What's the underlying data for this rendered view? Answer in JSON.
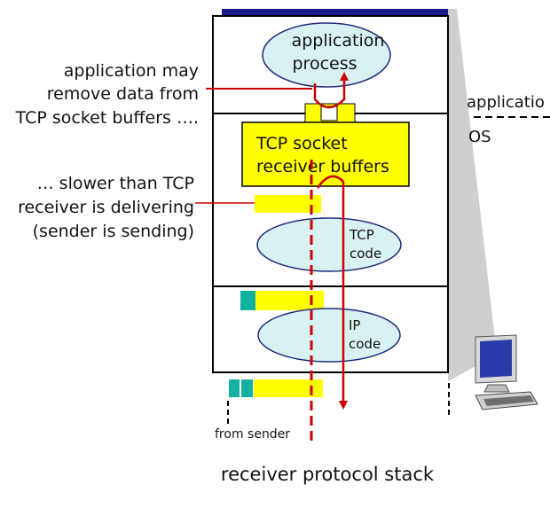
{
  "diagram": {
    "app_process_label_line1": "application",
    "app_process_label_line2": "process",
    "socket_buffers_label_line1": "TCP socket",
    "socket_buffers_label_line2": "receiver buffers",
    "tcp_code_label_line1": "TCP",
    "tcp_code_label_line2": "code",
    "ip_code_label_line1": "IP",
    "ip_code_label_line2": "code",
    "annotation_remove_line1": "application may",
    "annotation_remove_line2": "remove data from",
    "annotation_remove_line3": "TCP socket buffers ….",
    "annotation_slower_line1": "… slower than TCP",
    "annotation_slower_line2": "receiver is delivering",
    "annotation_slower_line3": "(sender is sending)",
    "layer_application_label": "applicatio",
    "layer_os_label": "OS",
    "from_sender_label": "from sender",
    "caption": "receiver protocol stack"
  },
  "colors": {
    "stack_fill": "#ffffff",
    "back_panel": "#1a1a8c",
    "side_panel": "#cfcfcf",
    "ellipse_fill": "#d8f2f4",
    "ellipse_stroke": "#1f2a7a",
    "buffer_yellow": "#ffff00",
    "segment_teal": "#14b0a0",
    "arrow_red": "#cc0000"
  }
}
